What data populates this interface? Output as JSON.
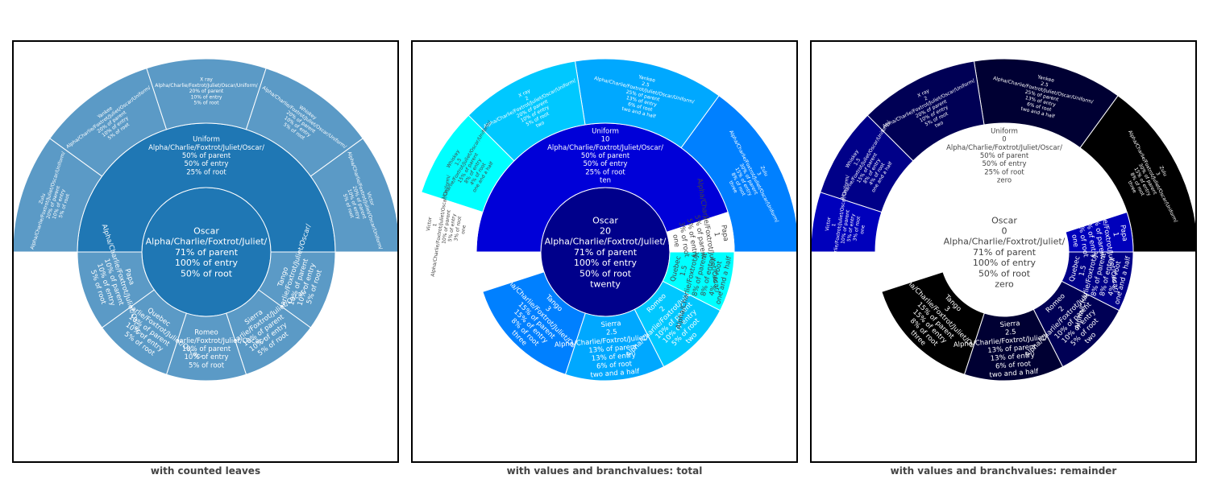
{
  "chart_data": [
    {
      "type": "sunburst",
      "caption": "with counted leaves",
      "colors": {
        "center": "#1f77b4",
        "ring1": "#1f77b4",
        "leaf": "#5b9ac6",
        "stroke": "#ffffff"
      },
      "nodes": [
        {
          "id": "oscar",
          "label": "Oscar",
          "depth": 0,
          "start": 0,
          "end": 360,
          "lines": [
            "Oscar",
            "Alpha/Charlie/Foxtrot/Juliet/",
            "71% of parent",
            "100% of entry",
            "50% of root"
          ]
        },
        {
          "id": "uniform",
          "label": "Uniform",
          "depth": 1,
          "start": 270,
          "end": 450,
          "lines": [
            "Uniform",
            "Alpha/Charlie/Foxtrot/Juliet/Oscar/",
            "50% of parent",
            "50% of entry",
            "25% of root"
          ]
        },
        {
          "id": "zulu",
          "label": "Zulu",
          "depth": 2,
          "start": 270,
          "end": 306,
          "lines": [
            "Zulu",
            "Alpha/Charlie/Foxtrot/Juliet/Oscar/Uniform/",
            "20% of parent",
            "10% of entry",
            "5% of root"
          ]
        },
        {
          "id": "yankee",
          "label": "Yankee",
          "depth": 2,
          "start": 306,
          "end": 342,
          "lines": [
            "Yankee",
            "Alpha/Charlie/Foxtrot/Juliet/Oscar/Uniform/",
            "20% of parent",
            "10% of entry",
            "5% of root"
          ]
        },
        {
          "id": "xray",
          "label": "X ray",
          "depth": 2,
          "start": 342,
          "end": 378,
          "lines": [
            "X ray",
            "Alpha/Charlie/Foxtrot/Juliet/Oscar/Uniform/",
            "20% of parent",
            "10% of entry",
            "5% of root"
          ]
        },
        {
          "id": "whiskey",
          "label": "Whiskey",
          "depth": 2,
          "start": 378,
          "end": 414,
          "lines": [
            "Whiskey",
            "Alpha/Charlie/Foxtrot/Juliet/Oscar/Uniform/",
            "20% of parent",
            "10% of entry",
            "5% of root"
          ]
        },
        {
          "id": "victor",
          "label": "Victor",
          "depth": 2,
          "start": 414,
          "end": 450,
          "lines": [
            "Victor",
            "Alpha/Charlie/Foxtrot/Juliet/Oscar/Uniform/",
            "20% of parent",
            "10% of entry",
            "5% of root"
          ]
        },
        {
          "id": "tango",
          "label": "Tango",
          "depth": 1,
          "start": 90,
          "end": 126,
          "lines": [
            "Tango",
            "Alpha/Charlie/Foxtrot/Juliet/Oscar/",
            "10% of parent",
            "10% of entry",
            "5% of root"
          ]
        },
        {
          "id": "sierra",
          "label": "Sierra",
          "depth": 1,
          "start": 126,
          "end": 162,
          "lines": [
            "Sierra",
            "Alpha/Charlie/Foxtrot/Juliet/Oscar/",
            "10% of parent",
            "10% of entry",
            "5% of root"
          ]
        },
        {
          "id": "romeo",
          "label": "Romeo",
          "depth": 1,
          "start": 162,
          "end": 198,
          "lines": [
            "Romeo",
            "Alpha/Charlie/Foxtrot/Juliet/Oscar/",
            "10% of parent",
            "10% of entry",
            "5% of root"
          ]
        },
        {
          "id": "quebec",
          "label": "Quebec",
          "depth": 1,
          "start": 198,
          "end": 234,
          "lines": [
            "Quebec",
            "Alpha/Charlie/Foxtrot/Juliet/Oscar/",
            "10% of parent",
            "10% of entry",
            "5% of root"
          ]
        },
        {
          "id": "papa",
          "label": "Papa",
          "depth": 1,
          "start": 234,
          "end": 270,
          "lines": [
            "Papa",
            "Alpha/Charlie/Foxtrot/Juliet/Oscar/",
            "10% of parent",
            "10% of entry",
            "5% of root"
          ]
        }
      ]
    },
    {
      "type": "sunburst",
      "caption": "with values and branchvalues: total",
      "colors": {
        "stroke": "#ffffff"
      },
      "nodes": [
        {
          "id": "oscar",
          "label": "Oscar",
          "depth": 0,
          "start": 0,
          "end": 360,
          "color": "#00008b",
          "lines": [
            "Oscar",
            "20",
            "Alpha/Charlie/Foxtrot/Juliet/",
            "71% of parent",
            "100% of entry",
            "50% of root",
            "twenty"
          ]
        },
        {
          "id": "uniform",
          "label": "Uniform",
          "depth": 1,
          "start": 270,
          "end": 450,
          "color": "#0000d8",
          "lines": [
            "Uniform",
            "10",
            "Alpha/Charlie/Foxtrot/Juliet/Oscar/",
            "50% of parent",
            "50% of entry",
            "25% of root",
            "ten"
          ]
        },
        {
          "id": "zulu",
          "label": "Zulu",
          "depth": 2,
          "start": 396,
          "end": 450,
          "color": "#0080ff",
          "lines": [
            "Zulu",
            "3",
            "Alpha/Charlie/Foxtrot/Juliet/Oscar/Uniform/",
            "30% of parent",
            "15% of entry",
            "8% of root",
            "three"
          ]
        },
        {
          "id": "yankee",
          "label": "Yankee",
          "depth": 2,
          "start": 351,
          "end": 396,
          "color": "#00a8ff",
          "lines": [
            "Yankee",
            "2.5",
            "Alpha/Charlie/Foxtrot/Juliet/Oscar/Uniform/",
            "25% of parent",
            "13% of entry",
            "6% of root",
            "two and a half"
          ]
        },
        {
          "id": "xray",
          "label": "X ray",
          "depth": 2,
          "start": 315,
          "end": 351,
          "color": "#00c8ff",
          "lines": [
            "X ray",
            "2",
            "Alpha/Charlie/Foxtrot/Juliet/Oscar/Uniform/",
            "20% of parent",
            "10% of entry",
            "5% of root",
            "two"
          ]
        },
        {
          "id": "whiskey",
          "label": "Whiskey",
          "depth": 2,
          "start": 288,
          "end": 315,
          "color": "#00ffff",
          "lines": [
            "Whiskey",
            "1.5",
            "Alpha/Charlie/Foxtrot/Juliet/Oscar/Uniform/",
            "15% of parent",
            "8% of entry",
            "4% of root",
            "one and a half"
          ]
        },
        {
          "id": "victor",
          "label": "Victor",
          "depth": 2,
          "start": 270,
          "end": 288,
          "color": "#ffffff",
          "lines": [
            "Victor",
            "1",
            "Alpha/Charlie/Foxtrot/Juliet/Oscar/Uniform/",
            "10% of parent",
            "5% of entry",
            "3% of root",
            "one"
          ]
        },
        {
          "id": "tango",
          "label": "Tango",
          "depth": 1,
          "start": 198,
          "end": 252,
          "color": "#0080ff",
          "lines": [
            "Tango",
            "3",
            "Alpha/Charlie/Foxtrot/Juliet/Oscar/",
            "15% of parent",
            "15% of entry",
            "8% of root",
            "three"
          ]
        },
        {
          "id": "sierra",
          "label": "Sierra",
          "depth": 1,
          "start": 153,
          "end": 198,
          "color": "#00a8ff",
          "lines": [
            "Sierra",
            "2.5",
            "Alpha/Charlie/Foxtrot/Juliet/Oscar/",
            "13% of parent",
            "13% of entry",
            "6% of root",
            "two and a half"
          ]
        },
        {
          "id": "romeo",
          "label": "Romeo",
          "depth": 1,
          "start": 117,
          "end": 153,
          "color": "#00c8ff",
          "lines": [
            "Romeo",
            "2",
            "Alpha/Charlie/Foxtrot/Juliet/Oscar/",
            "10% of parent",
            "10% of entry",
            "5% of root",
            "two"
          ]
        },
        {
          "id": "quebec",
          "label": "Quebec",
          "depth": 1,
          "start": 90,
          "end": 117,
          "color": "#00ffff",
          "lines": [
            "Quebec",
            "1.5",
            "Alpha/Charlie/Foxtrot/Juliet/Oscar/",
            "8% of parent",
            "8% of entry",
            "4% of root",
            "one and a half"
          ]
        },
        {
          "id": "papa",
          "label": "Papa",
          "depth": 1,
          "start": 72,
          "end": 90,
          "color": "#ffffff",
          "lines": [
            "Papa",
            "1",
            "Alpha/Charlie/Foxtrot/Juliet/Oscar/",
            "5% of parent",
            "5% of entry",
            "3% of root",
            "one"
          ]
        }
      ]
    },
    {
      "type": "sunburst",
      "caption": "with values and branchvalues: remainder",
      "colors": {
        "stroke": "#ffffff"
      },
      "nodes": [
        {
          "id": "oscar",
          "label": "Oscar",
          "depth": 0,
          "start": 0,
          "end": 360,
          "color": "#ffffff",
          "lines": [
            "Oscar",
            "0",
            "Alpha/Charlie/Foxtrot/Juliet/",
            "71% of parent",
            "100% of entry",
            "50% of root",
            "zero"
          ]
        },
        {
          "id": "uniform",
          "label": "Uniform",
          "depth": 1,
          "start": 270,
          "end": 450,
          "color": "#ffffff",
          "lines": [
            "Uniform",
            "0",
            "Alpha/Charlie/Foxtrot/Juliet/Oscar/",
            "50% of parent",
            "50% of entry",
            "25% of root",
            "zero"
          ]
        },
        {
          "id": "zulu",
          "label": "Zulu",
          "depth": 2,
          "start": 396,
          "end": 450,
          "color": "#000000",
          "lines": [
            "Zulu",
            "3",
            "Alpha/Charlie/Foxtrot/Juliet/Oscar/Uniform/",
            "30% of parent",
            "15% of entry",
            "8% of root",
            "three"
          ]
        },
        {
          "id": "yankee",
          "label": "Yankee",
          "depth": 2,
          "start": 351,
          "end": 396,
          "color": "#000033",
          "lines": [
            "Yankee",
            "2.5",
            "Alpha/Charlie/Foxtrot/Juliet/Oscar/Uniform/",
            "25% of parent",
            "13% of entry",
            "6% of root",
            "two and a half"
          ]
        },
        {
          "id": "xray",
          "label": "X ray",
          "depth": 2,
          "start": 315,
          "end": 351,
          "color": "#000055",
          "lines": [
            "X ray",
            "2",
            "Alpha/Charlie/Foxtrot/Juliet/Oscar/Uniform/",
            "20% of parent",
            "10% of entry",
            "5% of root",
            "two"
          ]
        },
        {
          "id": "whiskey",
          "label": "Whiskey",
          "depth": 2,
          "start": 288,
          "end": 315,
          "color": "#000088",
          "lines": [
            "Whiskey",
            "1.5",
            "Alpha/Charlie/Foxtrot/Juliet/Oscar/Uniform/",
            "15% of parent",
            "8% of entry",
            "4% of root",
            "one and a half"
          ]
        },
        {
          "id": "victor",
          "label": "Victor",
          "depth": 2,
          "start": 270,
          "end": 288,
          "color": "#0000bb",
          "lines": [
            "Victor",
            "1",
            "Alpha/Charlie/Foxtrot/Juliet/Oscar/Uniform/",
            "10% of parent",
            "5% of entry",
            "3% of root",
            "one"
          ]
        },
        {
          "id": "tango",
          "label": "Tango",
          "depth": 1,
          "start": 198,
          "end": 252,
          "color": "#000000",
          "lines": [
            "Tango",
            "3",
            "Alpha/Charlie/Foxtrot/Juliet/Oscar/",
            "15% of parent",
            "15% of entry",
            "8% of root",
            "three"
          ]
        },
        {
          "id": "sierra",
          "label": "Sierra",
          "depth": 1,
          "start": 153,
          "end": 198,
          "color": "#000033",
          "lines": [
            "Sierra",
            "2.5",
            "Alpha/Charlie/Foxtrot/Juliet/Oscar/",
            "13% of parent",
            "13% of entry",
            "6% of root",
            "two and a half"
          ]
        },
        {
          "id": "romeo",
          "label": "Romeo",
          "depth": 1,
          "start": 117,
          "end": 153,
          "color": "#000055",
          "lines": [
            "Romeo",
            "2",
            "Alpha/Charlie/Foxtrot/Juliet/Oscar/",
            "10% of parent",
            "10% of entry",
            "5% of root",
            "two"
          ]
        },
        {
          "id": "quebec",
          "label": "Quebec",
          "depth": 1,
          "start": 90,
          "end": 117,
          "color": "#000088",
          "lines": [
            "Quebec",
            "1.5",
            "Alpha/Charlie/Foxtrot/Juliet/Oscar/",
            "8% of parent",
            "8% of entry",
            "4% of root",
            "one and a half"
          ]
        },
        {
          "id": "papa",
          "label": "Papa",
          "depth": 1,
          "start": 72,
          "end": 90,
          "color": "#0000bb",
          "lines": [
            "Papa",
            "1",
            "Alpha/Charlie/Foxtrot/Juliet/Oscar/",
            "5% of parent",
            "5% of entry",
            "3% of root",
            "one"
          ]
        }
      ]
    }
  ]
}
